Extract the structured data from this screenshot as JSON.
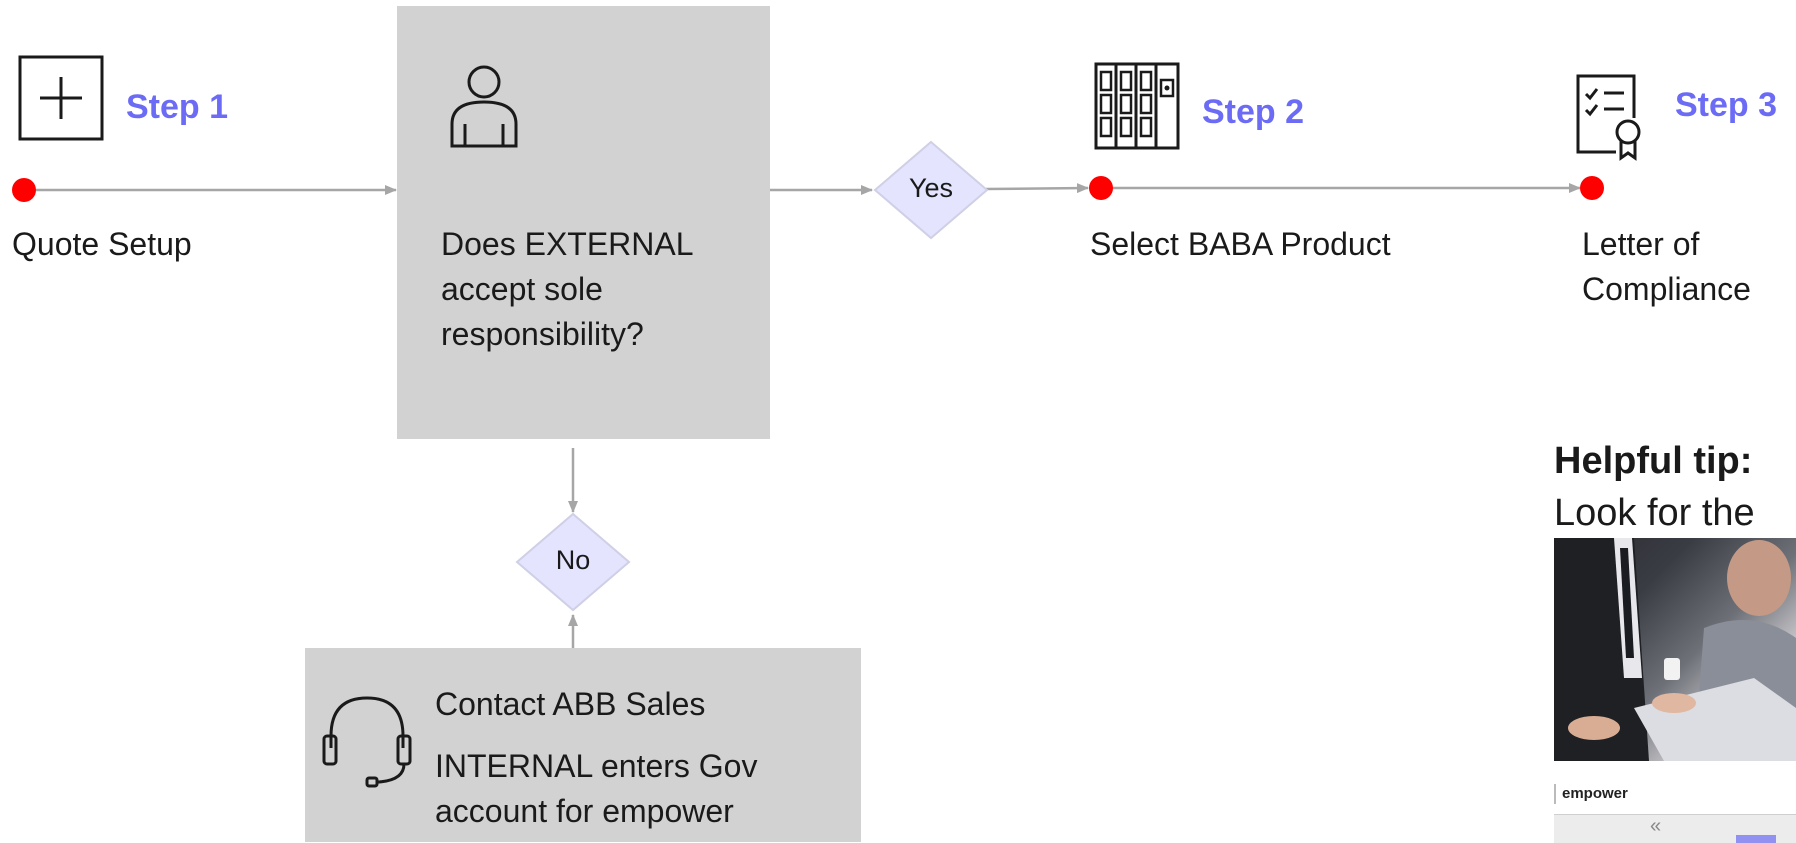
{
  "steps": {
    "step1": {
      "label": "Step 1",
      "caption": "Quote Setup"
    },
    "step2": {
      "label": "Step 2",
      "caption": "Select BABA Product"
    },
    "step3": {
      "label": "Step 3",
      "caption_line1": "Letter of",
      "caption_line2": "Compliance"
    }
  },
  "decision": {
    "question_line1": "Does EXTERNAL",
    "question_line2": "accept sole",
    "question_line3": "responsibility?",
    "yes": "Yes",
    "no": "No"
  },
  "contact": {
    "title": "Contact ABB Sales",
    "line1": "INTERNAL enters Gov",
    "line2": "account for empower"
  },
  "tip": {
    "heading": "Helpful tip:",
    "text": "Look for the",
    "strip_label": "empower",
    "strip_glyph": "«"
  },
  "colors": {
    "step_text": "#6b6bf5",
    "dot": "#ff0000",
    "box_fill": "#d2d2d2",
    "diamond_fill": "#e4e4ff",
    "connector": "#a6a6a6"
  },
  "icons": [
    "plus-square-icon",
    "person-icon",
    "cabinet-icon",
    "certificate-icon",
    "headset-icon"
  ]
}
